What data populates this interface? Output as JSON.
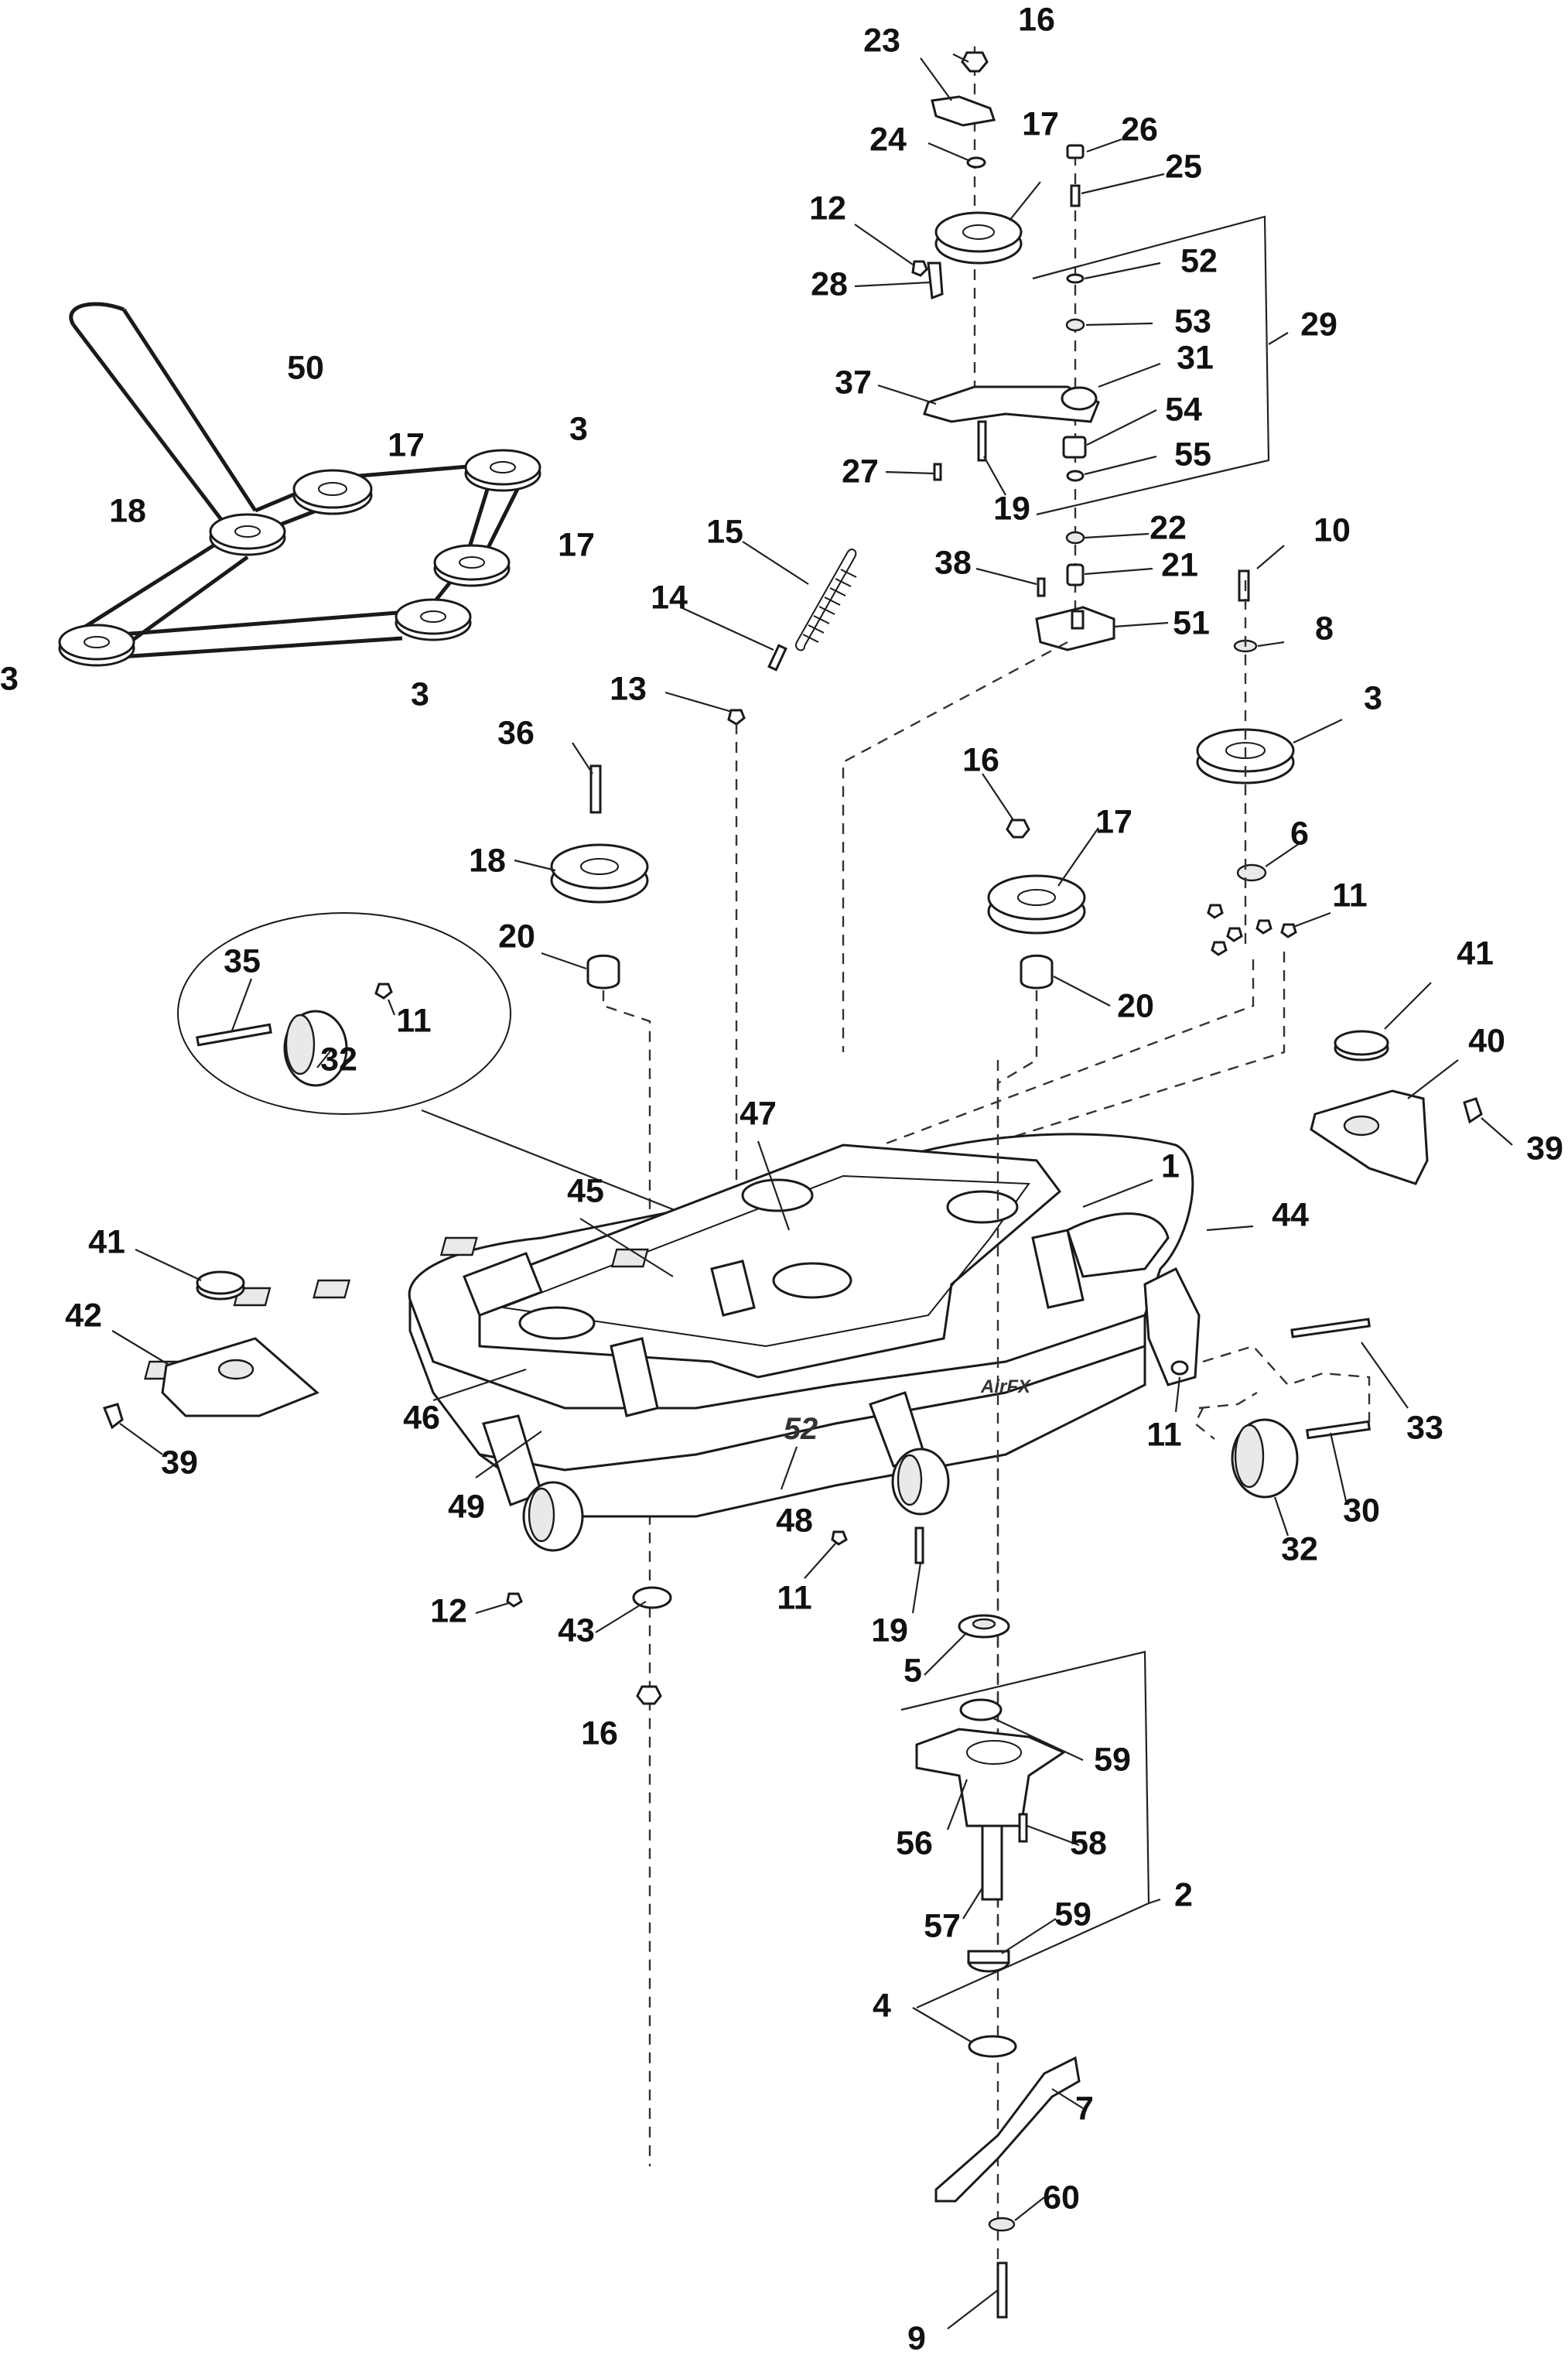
{
  "diagram": {
    "callouts": {
      "c1": "1",
      "c2": "2",
      "c3a": "3",
      "c3b": "3",
      "c3c": "3",
      "c3d": "3",
      "c4": "4",
      "c5": "5",
      "c6": "6",
      "c7": "7",
      "c8": "8",
      "c9": "9",
      "c10": "10",
      "c11a": "11",
      "c11b": "11",
      "c11c": "11",
      "c11d": "11",
      "c12a": "12",
      "c12b": "12",
      "c13": "13",
      "c14": "14",
      "c15": "15",
      "c16a": "16",
      "c16b": "16",
      "c16c": "16",
      "c17a": "17",
      "c17b": "17",
      "c17c": "17",
      "c17d": "17",
      "c18a": "18",
      "c18b": "18",
      "c19a": "19",
      "c19b": "19",
      "c20a": "20",
      "c20b": "20",
      "c21": "21",
      "c22": "22",
      "c23": "23",
      "c24": "24",
      "c25": "25",
      "c26": "26",
      "c27": "27",
      "c28": "28",
      "c29": "29",
      "c30": "30",
      "c31": "31",
      "c32a": "32",
      "c32b": "32",
      "c33": "33",
      "c35": "35",
      "c36": "36",
      "c37": "37",
      "c38": "38",
      "c39a": "39",
      "c39b": "39",
      "c40": "40",
      "c41a": "41",
      "c41b": "41",
      "c42": "42",
      "c43": "43",
      "c44": "44",
      "c45": "45",
      "c46": "46",
      "c47": "47",
      "c48": "48",
      "c49": "49",
      "c50": "50",
      "c51": "51",
      "c52": "52",
      "c53": "53",
      "c54": "54",
      "c55": "55",
      "c56": "56",
      "c57": "57",
      "c58": "58",
      "c59a": "59",
      "c59b": "59",
      "c60": "60"
    },
    "decal_text": {
      "deck_size": "52",
      "brand": "AirFX"
    }
  }
}
